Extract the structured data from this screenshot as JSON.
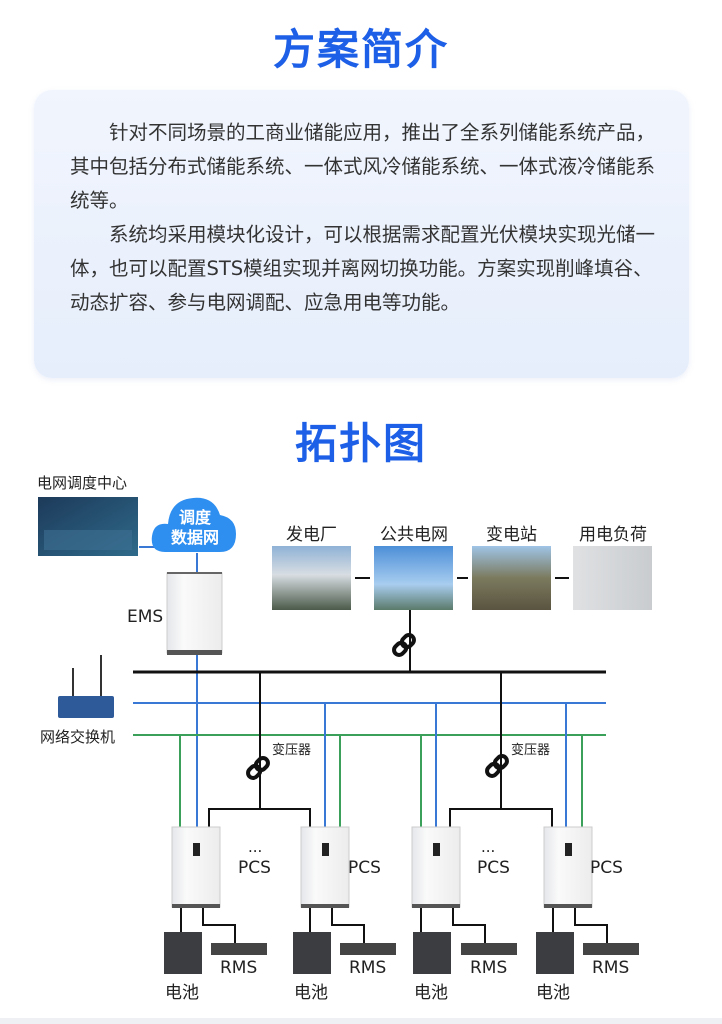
{
  "intro": {
    "title": "方案简介",
    "paragraph1": "针对不同场景的工商业储能应用，推出了全系列储能系统产品，其中包括分布式储能系统、一体式风冷储能系统、一体式液冷储能系统等。",
    "paragraph2": "系统均采用模块化设计，可以根据需求配置光伏模块实现光储一体，也可以配置STS模组实现并离网切换功能。方案实现削峰填谷、动态扩容、参与电网调配、应急用电等功能。"
  },
  "topology": {
    "title": "拓扑图",
    "dispatch_center": "电网调度中心",
    "cloud_line1": "调度",
    "cloud_line2": "数据网",
    "ems": "EMS",
    "switch": "网络交换机",
    "sources": [
      "发电厂",
      "公共电网",
      "变电站",
      "用电负荷"
    ],
    "transformer": "变压器",
    "pcs": "PCS",
    "ellipsis": "...",
    "battery": "电池",
    "rms": "RMS",
    "colors": {
      "bus": "#111111",
      "comm_blue": "#3a78d6",
      "comm_green": "#3aa05a",
      "title": "#1d5fe6"
    }
  }
}
